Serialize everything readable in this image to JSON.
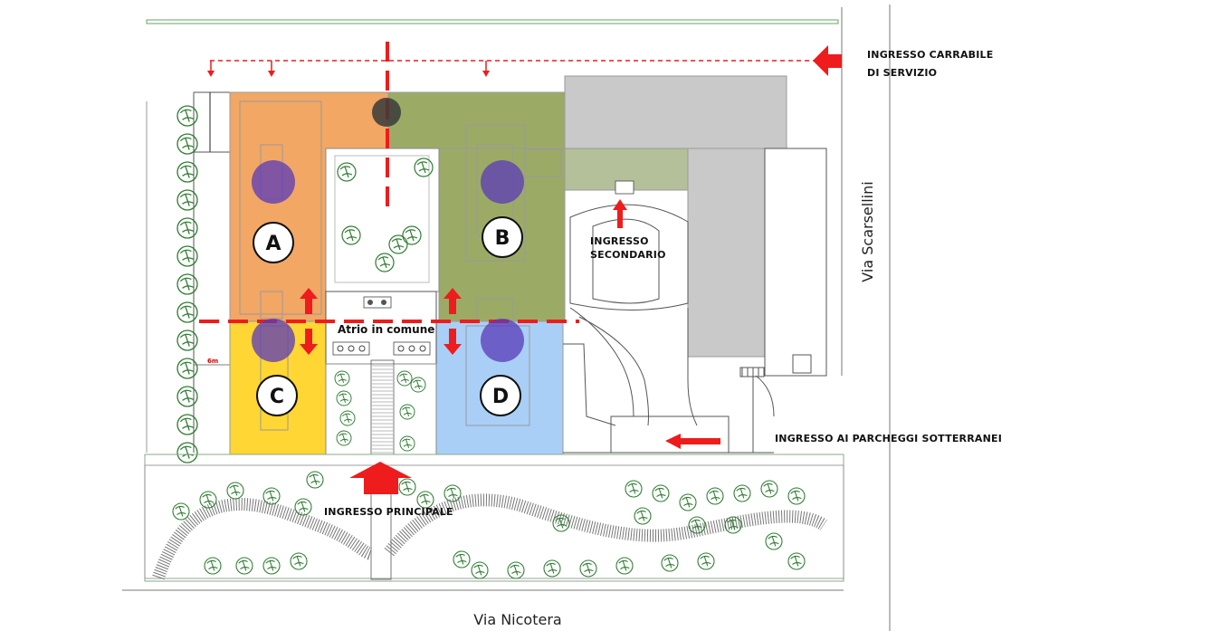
{
  "labels": {
    "service_entrance_line1": "INGRESSO CARRABILE",
    "service_entrance_line2": "DI SERVIZIO",
    "secondary_entrance_line1": "INGRESSO",
    "secondary_entrance_line2": "SECONDARIO",
    "main_entrance": "INGRESSO PRINCIPALE",
    "parking_entrance": "INGRESSO AI PARCHEGGI SOTTERRANEI",
    "common_atrium": "Atrio in comune",
    "setback": "6m"
  },
  "streets": {
    "south": "Via Nicotera",
    "east": "Via Scarsellini"
  },
  "zones": [
    {
      "id": "A",
      "color": "#f2a765"
    },
    {
      "id": "B",
      "color": "#9bab66"
    },
    {
      "id": "C",
      "color": "#ffd633"
    },
    {
      "id": "D",
      "color": "#a9cff7"
    }
  ],
  "colors": {
    "arrow": "#ee1c1c",
    "dashed": "#ee1c1c",
    "marker_purple": "#5a3ab8",
    "marker_dark": "#3a3a3a",
    "existing_building": "#c9c9c9",
    "trees": "#2f7d32"
  },
  "icons": [
    "arrow-right-icon",
    "arrow-left-icon",
    "arrow-up-icon",
    "arrow-down-icon",
    "tree-icon"
  ]
}
